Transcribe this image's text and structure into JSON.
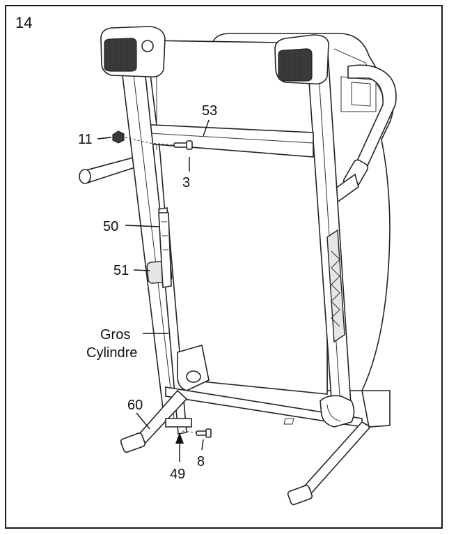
{
  "step_number": "14",
  "labels": {
    "p53": "53",
    "p11": "11",
    "p3": "3",
    "p50": "50",
    "p51": "51",
    "gros_line1": "Gros",
    "gros_line2": "Cylindre",
    "p60": "60",
    "p49": "49",
    "p8": "8"
  }
}
